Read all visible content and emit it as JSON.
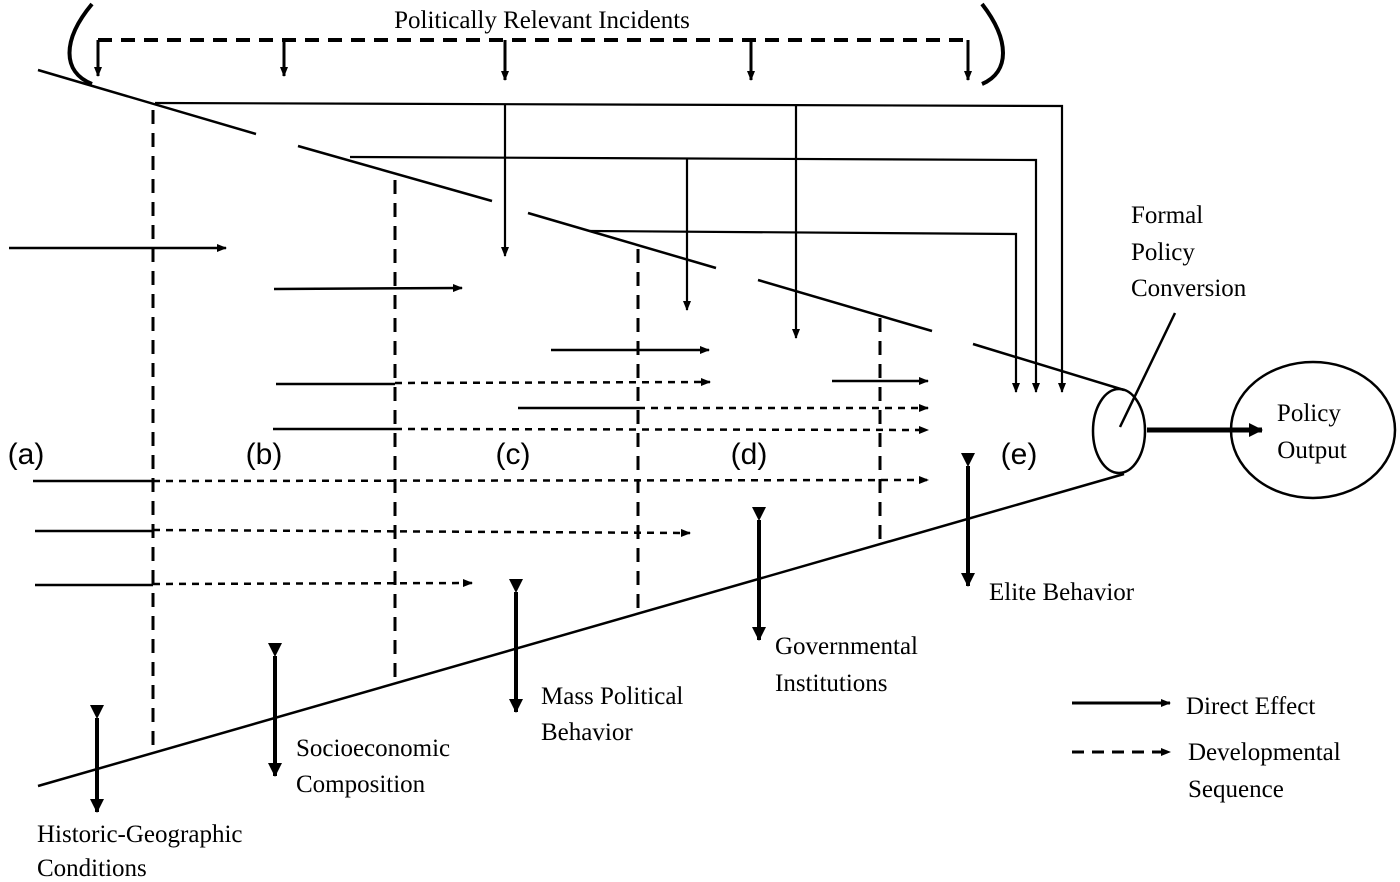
{
  "title": "Politically Relevant Incidents",
  "stages": [
    {
      "letter": "(a)",
      "name": "Historic-Geographic Conditions",
      "lines": [
        "Historic-Geographic",
        "Conditions"
      ]
    },
    {
      "letter": "(b)",
      "name": "Socioeconomic Composition",
      "lines": [
        "Socioeconomic",
        "Composition"
      ]
    },
    {
      "letter": "(c)",
      "name": "Mass Political Behavior",
      "lines": [
        "Mass Political",
        "Behavior"
      ]
    },
    {
      "letter": "(d)",
      "name": "Governmental Institutions",
      "lines": [
        "Governmental",
        "Institutions"
      ]
    },
    {
      "letter": "(e)",
      "name": "Elite Behavior",
      "lines": [
        "Elite Behavior"
      ]
    }
  ],
  "conversion": {
    "lines": [
      "Formal",
      "Policy",
      "Conversion"
    ]
  },
  "output": {
    "lines": [
      "Policy",
      "Output"
    ]
  },
  "legend": {
    "direct": "Direct Effect",
    "developmental": [
      "Developmental",
      "Sequence"
    ]
  },
  "colors": {
    "ink": "#000000",
    "background": "#ffffff"
  }
}
